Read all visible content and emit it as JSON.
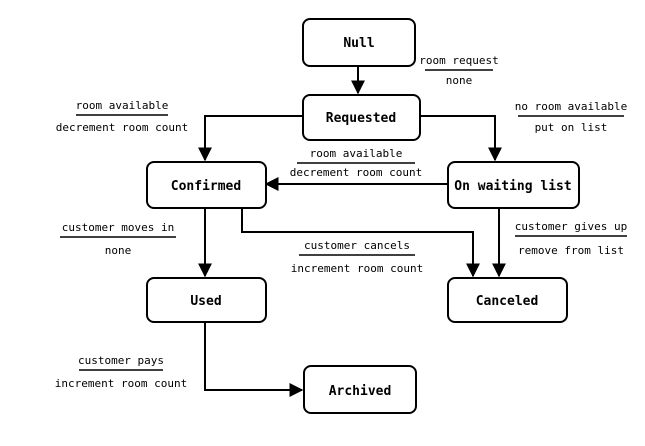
{
  "states": {
    "null": "Null",
    "requested": "Requested",
    "confirmed": "Confirmed",
    "waiting": "On waiting list",
    "used": "Used",
    "canceled": "Canceled",
    "archived": "Archived"
  },
  "transitions": {
    "null_requested": {
      "event": "room request",
      "action": "none"
    },
    "requested_confirmed": {
      "event": "room available",
      "action": "decrement room count"
    },
    "requested_waiting": {
      "event": "no room available",
      "action": "put on list"
    },
    "waiting_confirmed": {
      "event": "room available",
      "action": "decrement room count"
    },
    "confirmed_used": {
      "event": "customer moves in",
      "action": "none"
    },
    "confirmed_canceled": {
      "event": "customer cancels",
      "action": "increment room count"
    },
    "waiting_canceled": {
      "event": "customer gives up",
      "action": "remove from list"
    },
    "used_archived": {
      "event": "customer pays",
      "action": "increment room count"
    }
  }
}
